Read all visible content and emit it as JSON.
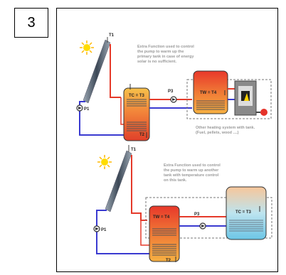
{
  "step_number": "3",
  "top_diagram": {
    "sensor_t1": "T1",
    "sensor_t2": "T2",
    "pump_p1": "P1",
    "pump_p3": "P3",
    "primary_tank": "TC = T3",
    "secondary_tank": "TW = T4",
    "note_lines": [
      "Extra Function used to control",
      "the pump to warm up the",
      "primary tank in case of energy",
      "solar is no sufficient."
    ],
    "heater_lines": [
      "Other heating system with tank.",
      "(Fuel, pellets, wood ....)"
    ]
  },
  "bottom_diagram": {
    "sensor_t1": "T1",
    "sensor_t2": "T2",
    "pump_p1": "P1",
    "pump_p3": "P3",
    "primary_tank": "TW = T4",
    "secondary_tank": "TC = T3",
    "note_lines": [
      "Extra Function used to control",
      "the pump to warm up another",
      "tank with temperature control",
      "on this tank."
    ]
  },
  "colors": {
    "hot": "#e53a2a",
    "cold": "#3a3ad0",
    "tank_orange": "#f38a3a",
    "tank_blue": "#7fd0ee"
  }
}
